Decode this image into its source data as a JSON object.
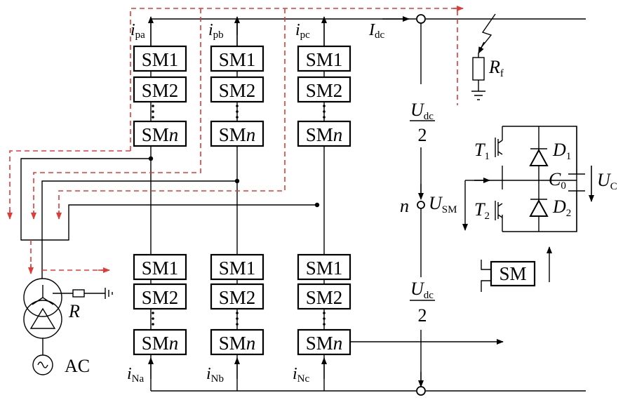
{
  "modules": {
    "sm1": "SM1",
    "sm2": "SM2",
    "smn_prefix": "SM",
    "smn_suffix": "n"
  },
  "currents": {
    "i": "i",
    "pa": "pa",
    "pb": "pb",
    "pc": "pc",
    "na": "Na",
    "nb": "Nb",
    "nc": "Nc",
    "I": "I",
    "dc": "dc"
  },
  "dc_side": {
    "U": "U",
    "dc": "dc",
    "den": "2",
    "n": "n",
    "usm_sub": "SM"
  },
  "fault": {
    "R": "R",
    "f": "f"
  },
  "submodule": {
    "T": "T",
    "t1": "1",
    "t2": "2",
    "D": "D",
    "d1": "1",
    "d2": "2",
    "C": "C",
    "c0": "0",
    "U": "U",
    "uc": "C",
    "legend": "SM"
  },
  "ac_side": {
    "R": "R",
    "ac": "AC"
  },
  "colors": {
    "wire": "#000000",
    "fault_path": "#e53935"
  }
}
